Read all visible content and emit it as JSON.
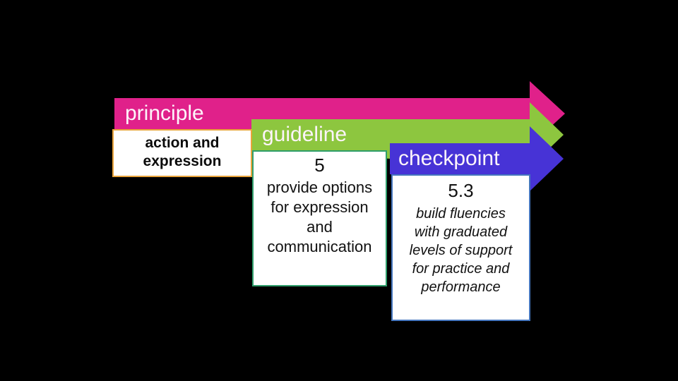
{
  "colors": {
    "background": "#000000",
    "principle_arrow": "#E0218A",
    "guideline_arrow": "#8DC63F",
    "checkpoint_arrow": "#4733D6",
    "principle_box_border": "#E8A33B",
    "guideline_box_border": "#2F9E6B",
    "checkpoint_box_border": "#4576BE",
    "banner_text": "#FDF4FA",
    "box_text": "#111111"
  },
  "principle": {
    "banner_label": "principle",
    "box_lines": [
      "action and",
      "expression"
    ]
  },
  "guideline": {
    "banner_label": "guideline",
    "number": "5",
    "box_lines": [
      "provide options",
      "for expression",
      "and",
      "communication"
    ]
  },
  "checkpoint": {
    "banner_label": "checkpoint",
    "number": "5.3",
    "box_lines": [
      "build fluencies",
      "with graduated",
      "levels of support",
      "for practice and",
      "performance"
    ]
  }
}
